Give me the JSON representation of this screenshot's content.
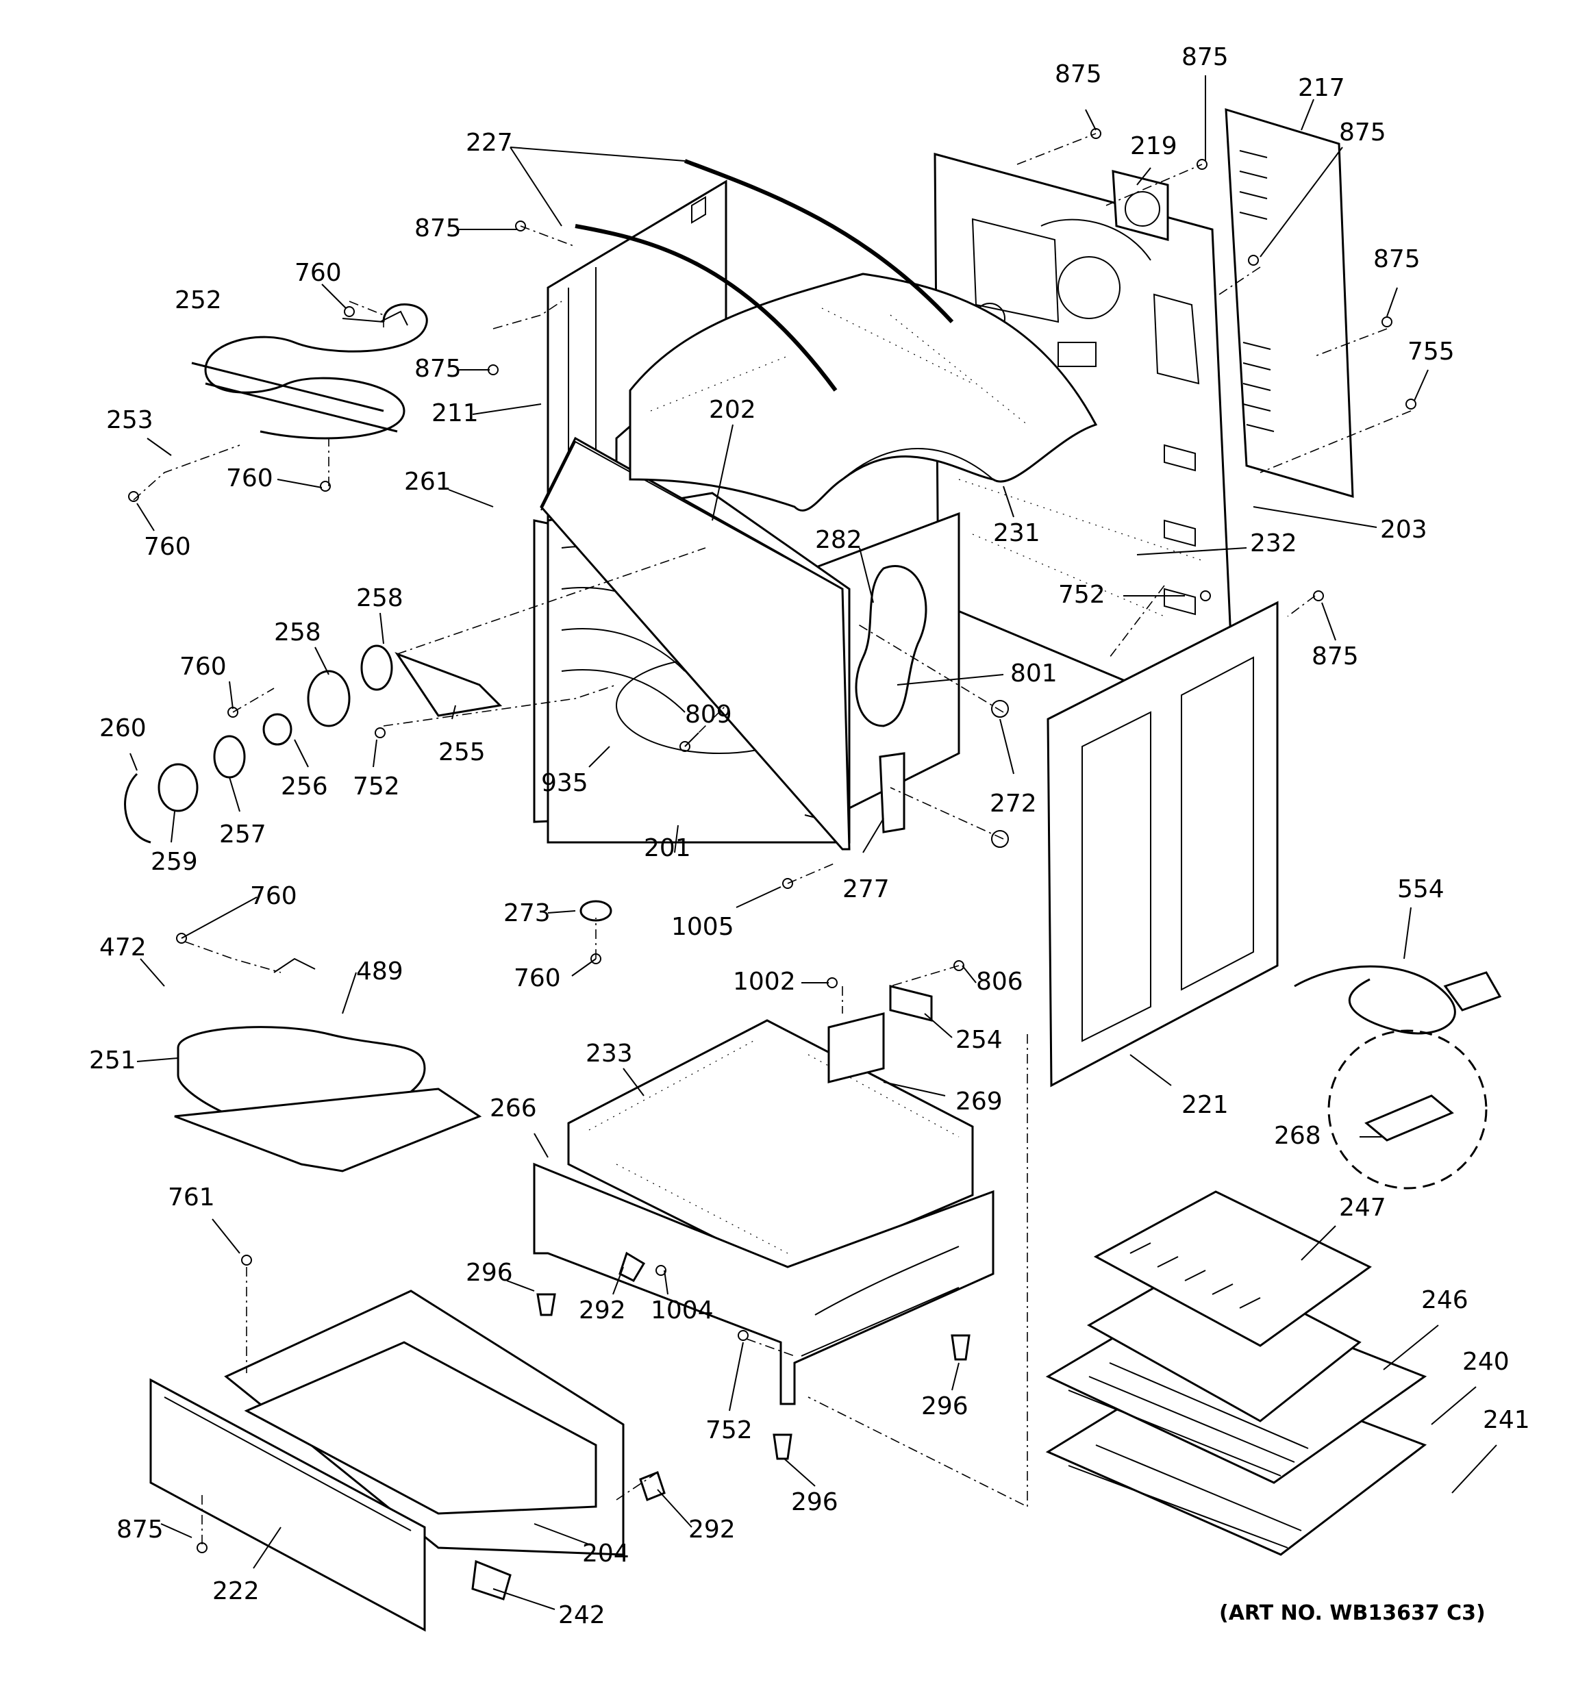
{
  "diagram": {
    "footer_note": "(ART NO. WB13637 C3)",
    "labels": [
      {
        "id": "875a",
        "text": "875"
      },
      {
        "id": "875b",
        "text": "875"
      },
      {
        "id": "217",
        "text": "217"
      },
      {
        "id": "875c",
        "text": "875"
      },
      {
        "id": "219",
        "text": "219"
      },
      {
        "id": "227",
        "text": "227"
      },
      {
        "id": "875d",
        "text": "875"
      },
      {
        "id": "760a",
        "text": "760"
      },
      {
        "id": "252",
        "text": "252"
      },
      {
        "id": "875e",
        "text": "875"
      },
      {
        "id": "875f",
        "text": "875"
      },
      {
        "id": "755",
        "text": "755"
      },
      {
        "id": "211",
        "text": "211"
      },
      {
        "id": "202",
        "text": "202"
      },
      {
        "id": "253",
        "text": "253"
      },
      {
        "id": "760b",
        "text": "760"
      },
      {
        "id": "261",
        "text": "261"
      },
      {
        "id": "231",
        "text": "231"
      },
      {
        "id": "203",
        "text": "203"
      },
      {
        "id": "760c",
        "text": "760"
      },
      {
        "id": "282",
        "text": "282"
      },
      {
        "id": "232",
        "text": "232"
      },
      {
        "id": "258a",
        "text": "258"
      },
      {
        "id": "752a",
        "text": "752"
      },
      {
        "id": "258b",
        "text": "258"
      },
      {
        "id": "875g",
        "text": "875"
      },
      {
        "id": "760d",
        "text": "760"
      },
      {
        "id": "801",
        "text": "801"
      },
      {
        "id": "260",
        "text": "260"
      },
      {
        "id": "809",
        "text": "809"
      },
      {
        "id": "255",
        "text": "255"
      },
      {
        "id": "256",
        "text": "256"
      },
      {
        "id": "752b",
        "text": "752"
      },
      {
        "id": "935",
        "text": "935"
      },
      {
        "id": "272",
        "text": "272"
      },
      {
        "id": "257",
        "text": "257"
      },
      {
        "id": "259",
        "text": "259"
      },
      {
        "id": "201",
        "text": "201"
      },
      {
        "id": "277",
        "text": "277"
      },
      {
        "id": "760e",
        "text": "760"
      },
      {
        "id": "554",
        "text": "554"
      },
      {
        "id": "273",
        "text": "273"
      },
      {
        "id": "1005",
        "text": "1005"
      },
      {
        "id": "472",
        "text": "472"
      },
      {
        "id": "760f",
        "text": "760"
      },
      {
        "id": "489",
        "text": "489"
      },
      {
        "id": "1002",
        "text": "1002"
      },
      {
        "id": "806",
        "text": "806"
      },
      {
        "id": "251",
        "text": "251"
      },
      {
        "id": "254",
        "text": "254"
      },
      {
        "id": "233",
        "text": "233"
      },
      {
        "id": "269",
        "text": "269"
      },
      {
        "id": "221",
        "text": "221"
      },
      {
        "id": "266",
        "text": "266"
      },
      {
        "id": "268",
        "text": "268"
      },
      {
        "id": "761",
        "text": "761"
      },
      {
        "id": "247",
        "text": "247"
      },
      {
        "id": "296a",
        "text": "296"
      },
      {
        "id": "292a",
        "text": "292"
      },
      {
        "id": "1004",
        "text": "1004"
      },
      {
        "id": "246",
        "text": "246"
      },
      {
        "id": "240",
        "text": "240"
      },
      {
        "id": "296b",
        "text": "296"
      },
      {
        "id": "241",
        "text": "241"
      },
      {
        "id": "752c",
        "text": "752"
      },
      {
        "id": "296c",
        "text": "296"
      },
      {
        "id": "292b",
        "text": "292"
      },
      {
        "id": "875h",
        "text": "875"
      },
      {
        "id": "204",
        "text": "204"
      },
      {
        "id": "222",
        "text": "222"
      },
      {
        "id": "242",
        "text": "242"
      }
    ]
  }
}
